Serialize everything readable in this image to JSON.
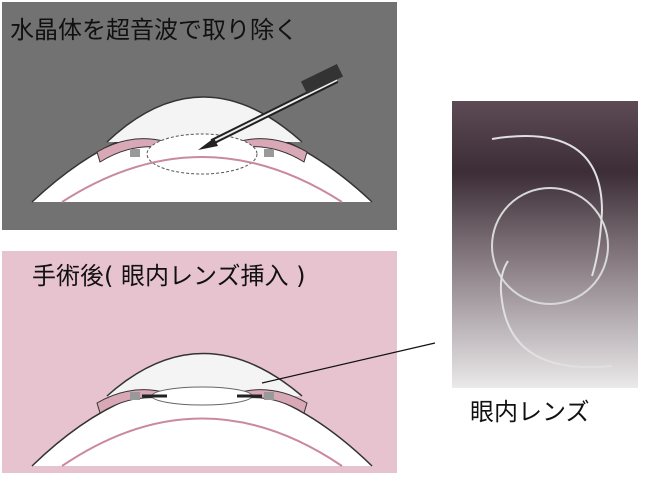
{
  "diagram": {
    "top_panel": {
      "caption": "水晶体を超音波で取り除く",
      "bg_color": "#727272"
    },
    "bottom_panel": {
      "caption": "手術後( 眼内レンズ挿入 )",
      "bg_color": "#e7c3cf"
    },
    "lens_photo": {
      "label": "眼内レンズ"
    },
    "icons": [
      "ultrasound-probe-icon",
      "eye-cross-section",
      "intraocular-lens"
    ]
  }
}
